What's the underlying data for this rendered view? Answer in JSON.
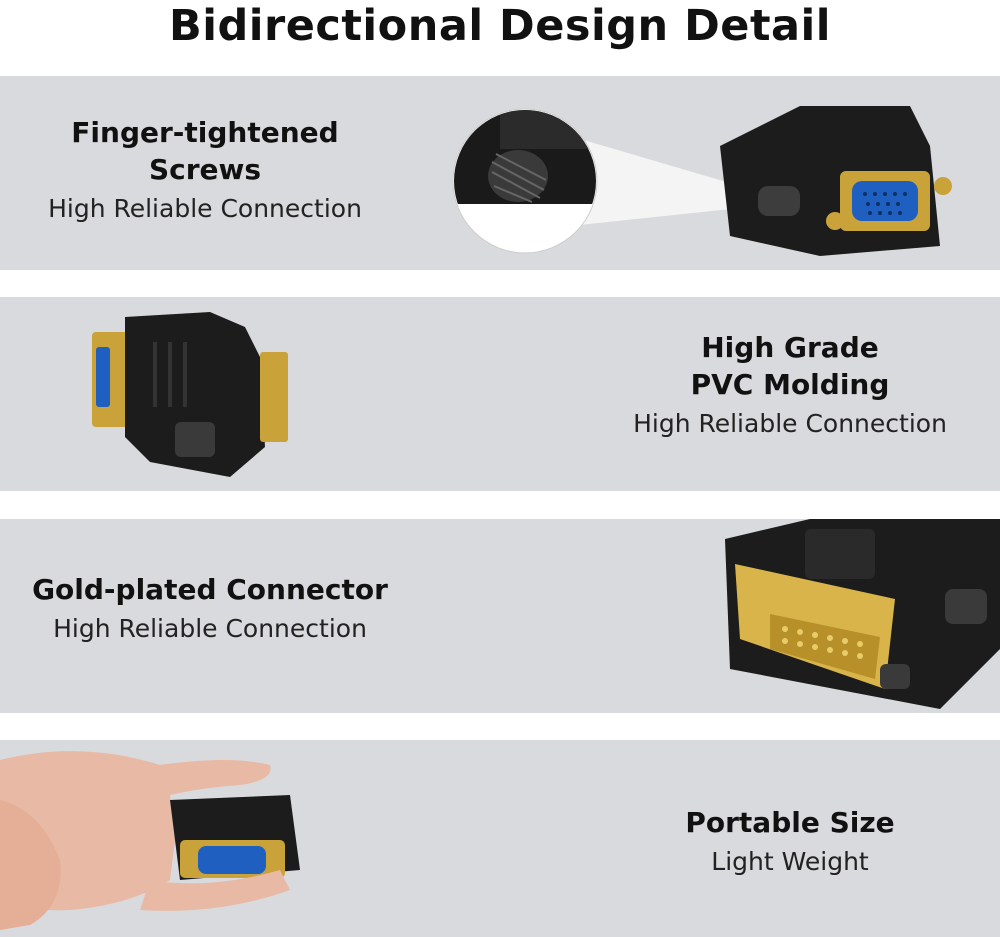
{
  "title": "Bidirectional Design Detail",
  "features": [
    {
      "heading_line1": "Finger-tightened",
      "heading_line2": "Screws",
      "subtitle": "High Reliable Connection"
    },
    {
      "heading_line1": "High Grade",
      "heading_line2": "PVC Molding",
      "subtitle": "High Reliable Connection"
    },
    {
      "heading_line1": "Gold-plated Connector",
      "subtitle": "High Reliable Connection"
    },
    {
      "heading_line1": "Portable Size",
      "subtitle": "Light Weight"
    }
  ],
  "colors": {
    "band": "#d9dadd",
    "plastic": "#1c1c1c",
    "gold": "#c9a23a",
    "vga_blue": "#1f5fbf"
  }
}
